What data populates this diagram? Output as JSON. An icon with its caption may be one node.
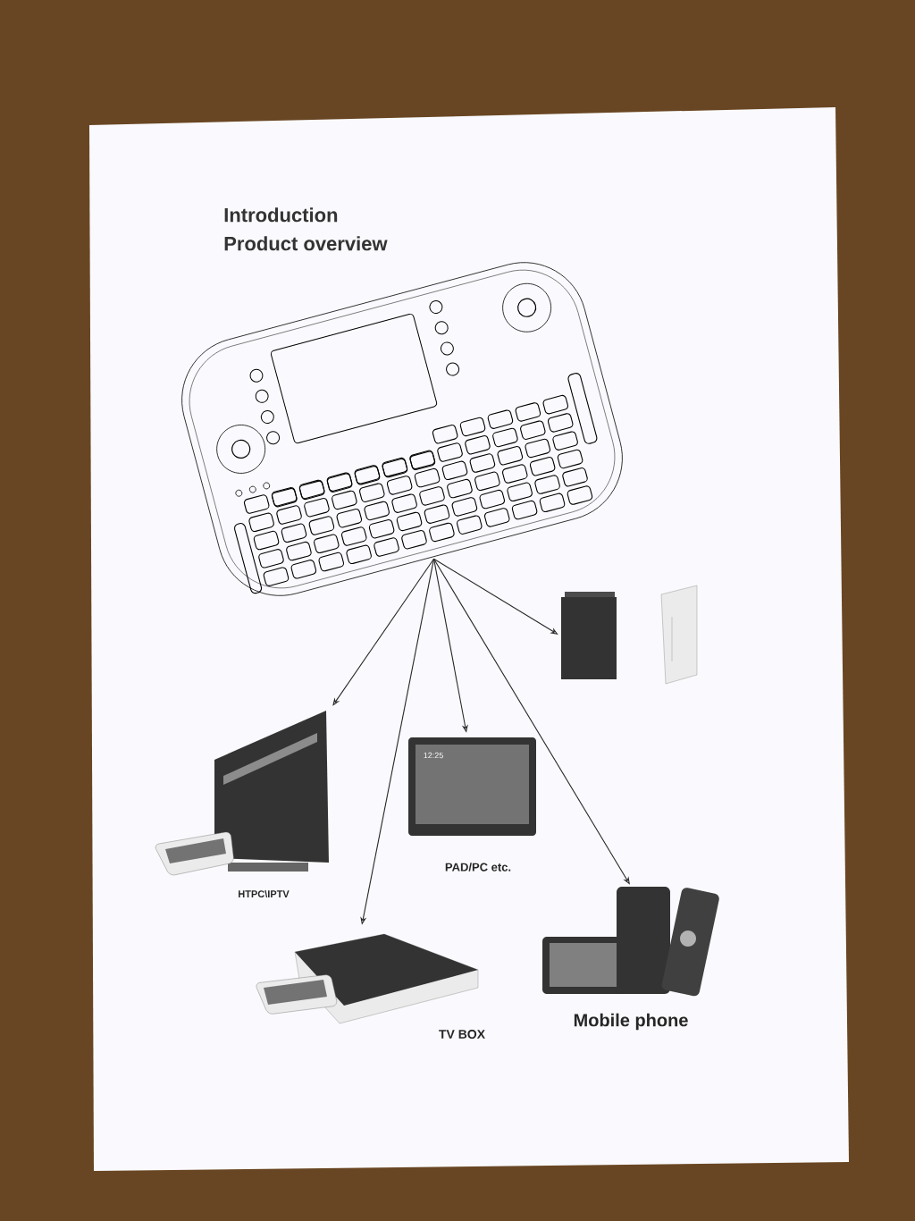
{
  "diagram": {
    "title": "Introduction",
    "nodes": [
      {
        "text": [],
        "shape": "picture"
      },
      {
        "text": [
          "HTPC\\IPTV"
        ]
      },
      {
        "text": [
          "PAD/PC etc."
        ]
      },
      {
        "text": [],
        "shape": "picture"
      },
      {
        "text": [
          "TV BOX"
        ]
      },
      {
        "text": [
          "Mobile phone"
        ]
      }
    ],
    "edges": [
      {
        "from": 0,
        "to": 1,
        "arrow": "to"
      },
      {
        "from": 0,
        "to": 4,
        "arrow": "to"
      },
      {
        "from": 0,
        "to": 2,
        "arrow": "to"
      },
      {
        "from": 0,
        "to": 5,
        "arrow": "to"
      },
      {
        "from": 0,
        "to": 3,
        "arrow": "to"
      }
    ],
    "labels": [
      "Product overview",
      "12:25"
    ]
  }
}
